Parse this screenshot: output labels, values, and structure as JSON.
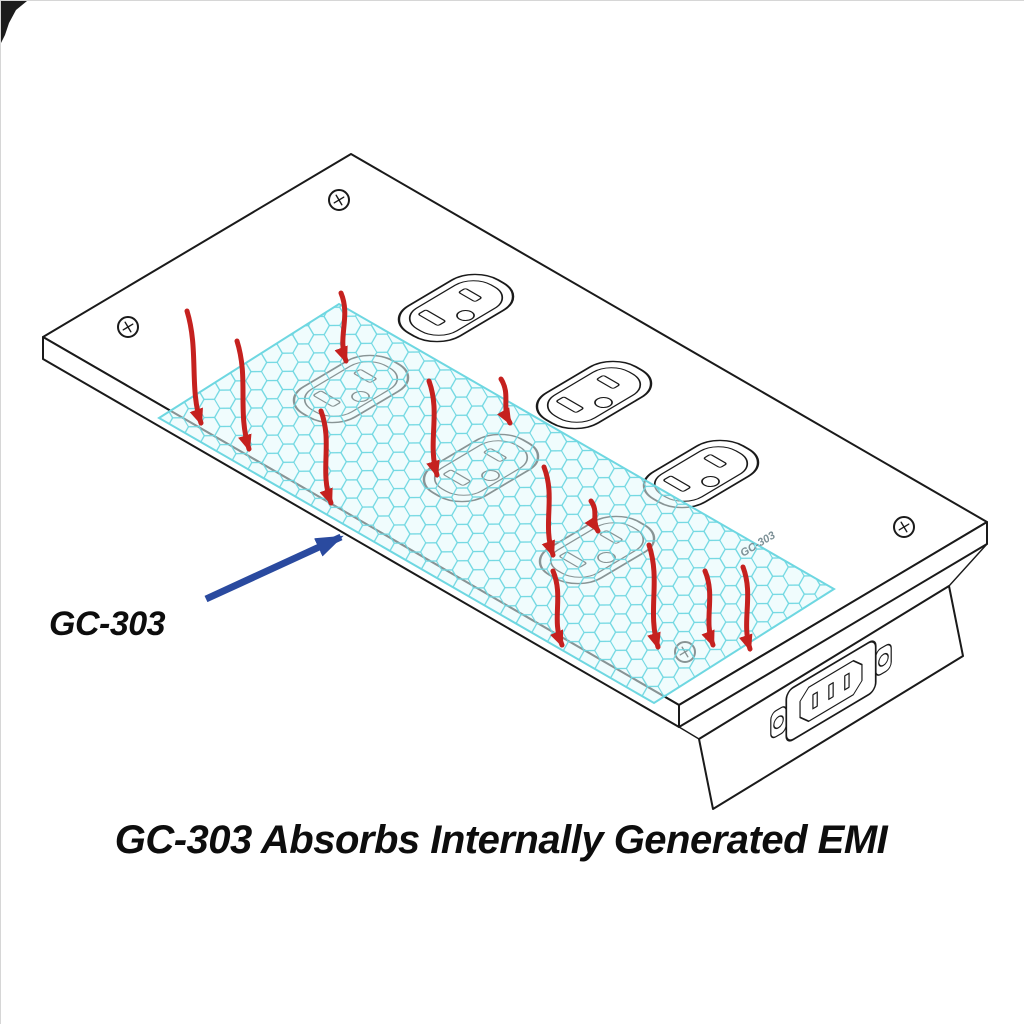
{
  "figure": {
    "caption": "GC-303 Absorbs Internally Generated EMI",
    "callout_label": "GC-303"
  },
  "sheet": {
    "watermark": "GC-303"
  },
  "colors": {
    "background": "#ffffff",
    "line": "#1a1a1a",
    "mesh_line": "#6ed7e1",
    "mesh_fill": "rgba(228,250,252,0.55)",
    "emi_arrow": "#c5211f",
    "callout_arrow": "#2a4a9f",
    "text": "#0d0d0d"
  }
}
